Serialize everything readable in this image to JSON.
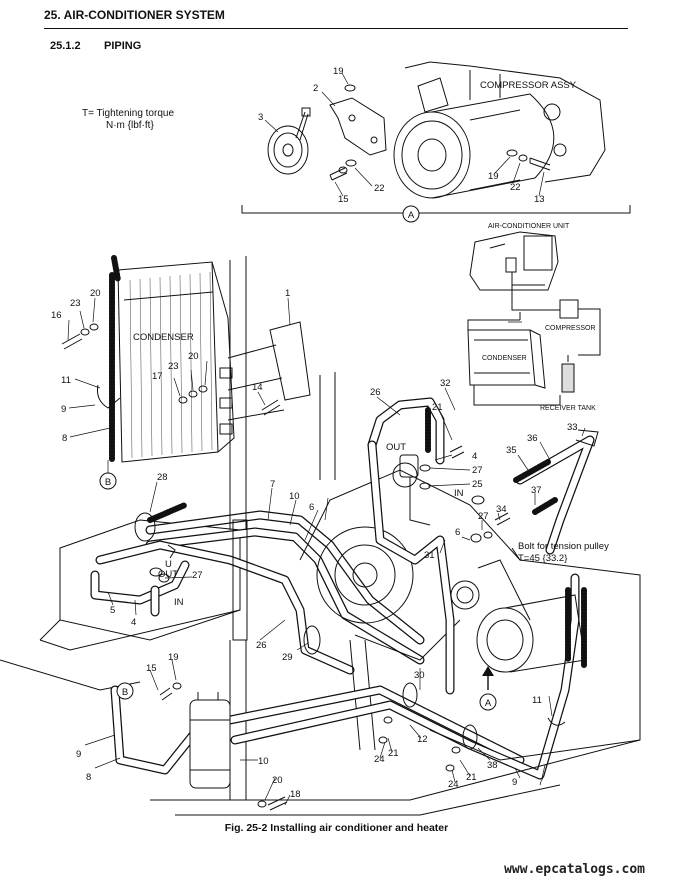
{
  "header": {
    "title": "25. AIR-CONDITIONER SYSTEM",
    "section_number": "25.1.2",
    "section_title": "PIPING"
  },
  "torque_note": {
    "line1": "T= Tightening torque",
    "line2": "N·m {lbf·ft}"
  },
  "components": {
    "compressor_assy": "COMPRESSOR ASSY",
    "condenser": "CONDENSER",
    "out": "OUT",
    "in": "IN",
    "out2": "OUT",
    "in2": "IN",
    "u": "U",
    "tension_pulley_line1": "Bolt for tension pulley",
    "tension_pulley_line2": "T=45 {33.2}"
  },
  "inset": {
    "ac_unit": "AIR-CONDITIONER UNIT",
    "compressor": "COMPRESSOR",
    "condenser": "CONDENSER",
    "receiver_tank": "RECEIVER TANK"
  },
  "view_markers": {
    "a_top": "A",
    "a_engine": "A",
    "b_left": "B",
    "b_bottom": "B"
  },
  "part_labels": [
    "19",
    "2",
    "3",
    "15",
    "22",
    "19",
    "22",
    "13",
    "1",
    "16",
    "23",
    "20",
    "11",
    "9",
    "8",
    "23",
    "20",
    "17",
    "14",
    "26",
    "32",
    "21",
    "4",
    "27",
    "25",
    "36",
    "33",
    "35",
    "37",
    "28",
    "7",
    "10",
    "6",
    "6",
    "27",
    "34",
    "31",
    "27",
    "5",
    "4",
    "26",
    "29",
    "15",
    "19",
    "9",
    "8",
    "10",
    "20",
    "18",
    "30",
    "12",
    "24",
    "21",
    "24",
    "21",
    "38",
    "9",
    "7",
    "11"
  ],
  "caption": "Fig. 25-2 Installing air conditioner and heater",
  "watermark": "www.epcatalogs.com"
}
